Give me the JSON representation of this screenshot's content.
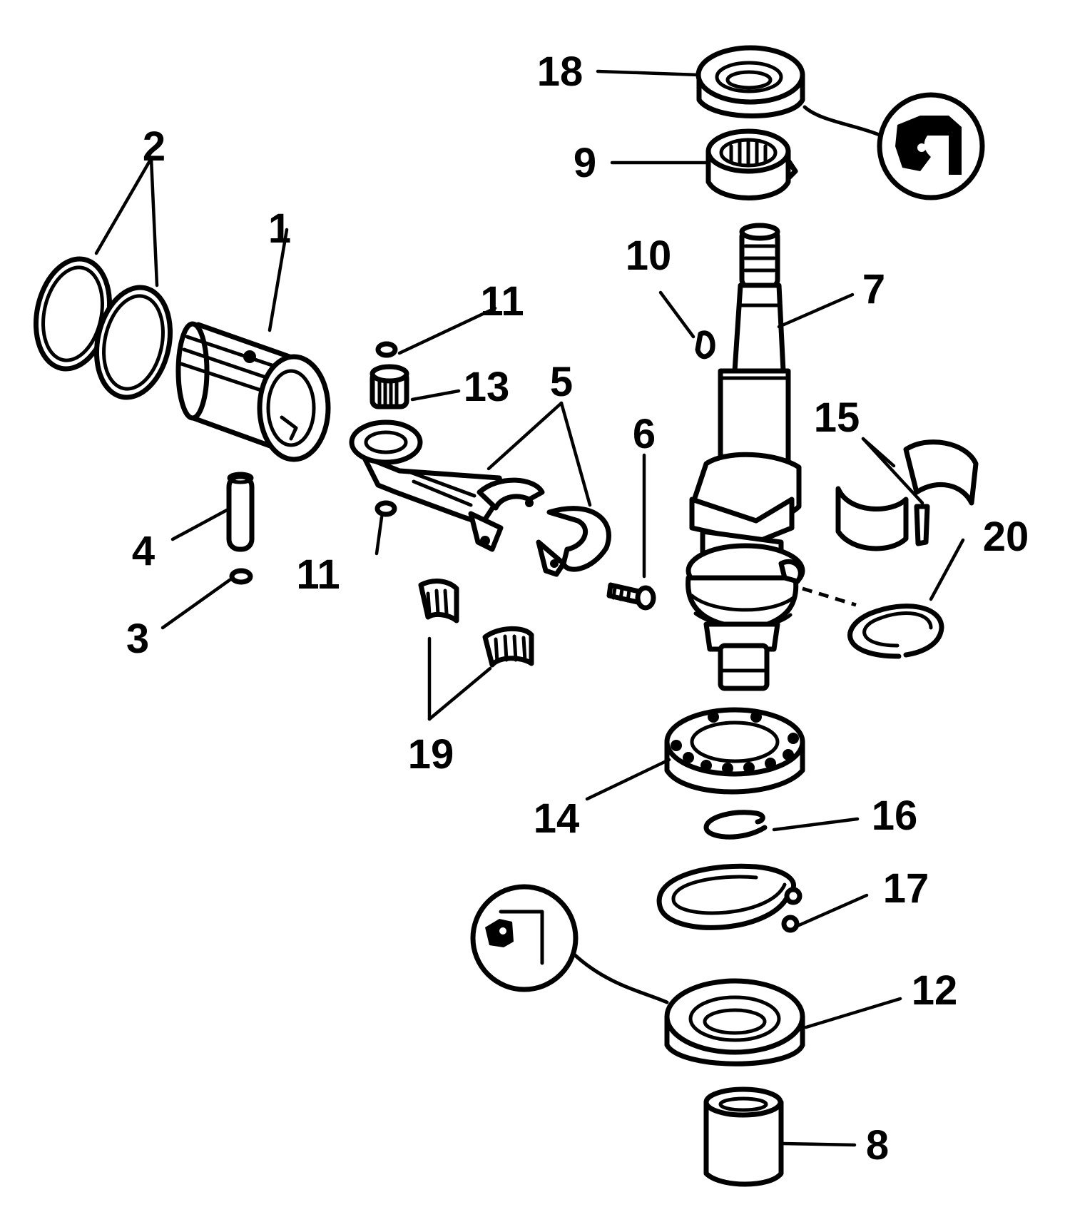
{
  "diagram": {
    "callouts": {
      "c1": "1",
      "c2": "2",
      "c3": "3",
      "c4": "4",
      "c5": "5",
      "c6": "6",
      "c7": "7",
      "c8": "8",
      "c9": "9",
      "c10": "10",
      "c11a": "11",
      "c11b": "11",
      "c12": "12",
      "c13": "13",
      "c14": "14",
      "c15": "15",
      "c16": "16",
      "c17": "17",
      "c18": "18",
      "c19": "19",
      "c20": "20"
    },
    "icons": [
      "sealant-symbol-icon",
      "sealant-symbol-icon"
    ]
  }
}
